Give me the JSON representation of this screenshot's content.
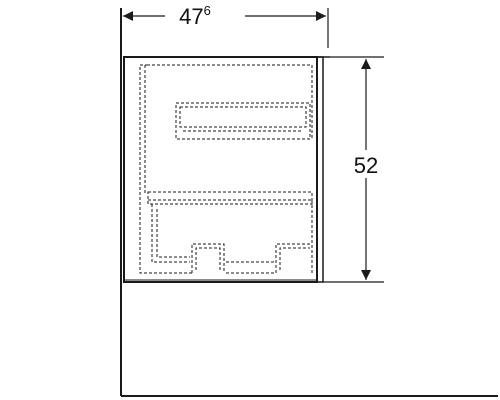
{
  "dimensions": {
    "width": {
      "main": "47",
      "sup": "6"
    },
    "height": {
      "value": "52"
    }
  },
  "colors": {
    "line": "#1a1a1a",
    "background": "#ffffff"
  }
}
